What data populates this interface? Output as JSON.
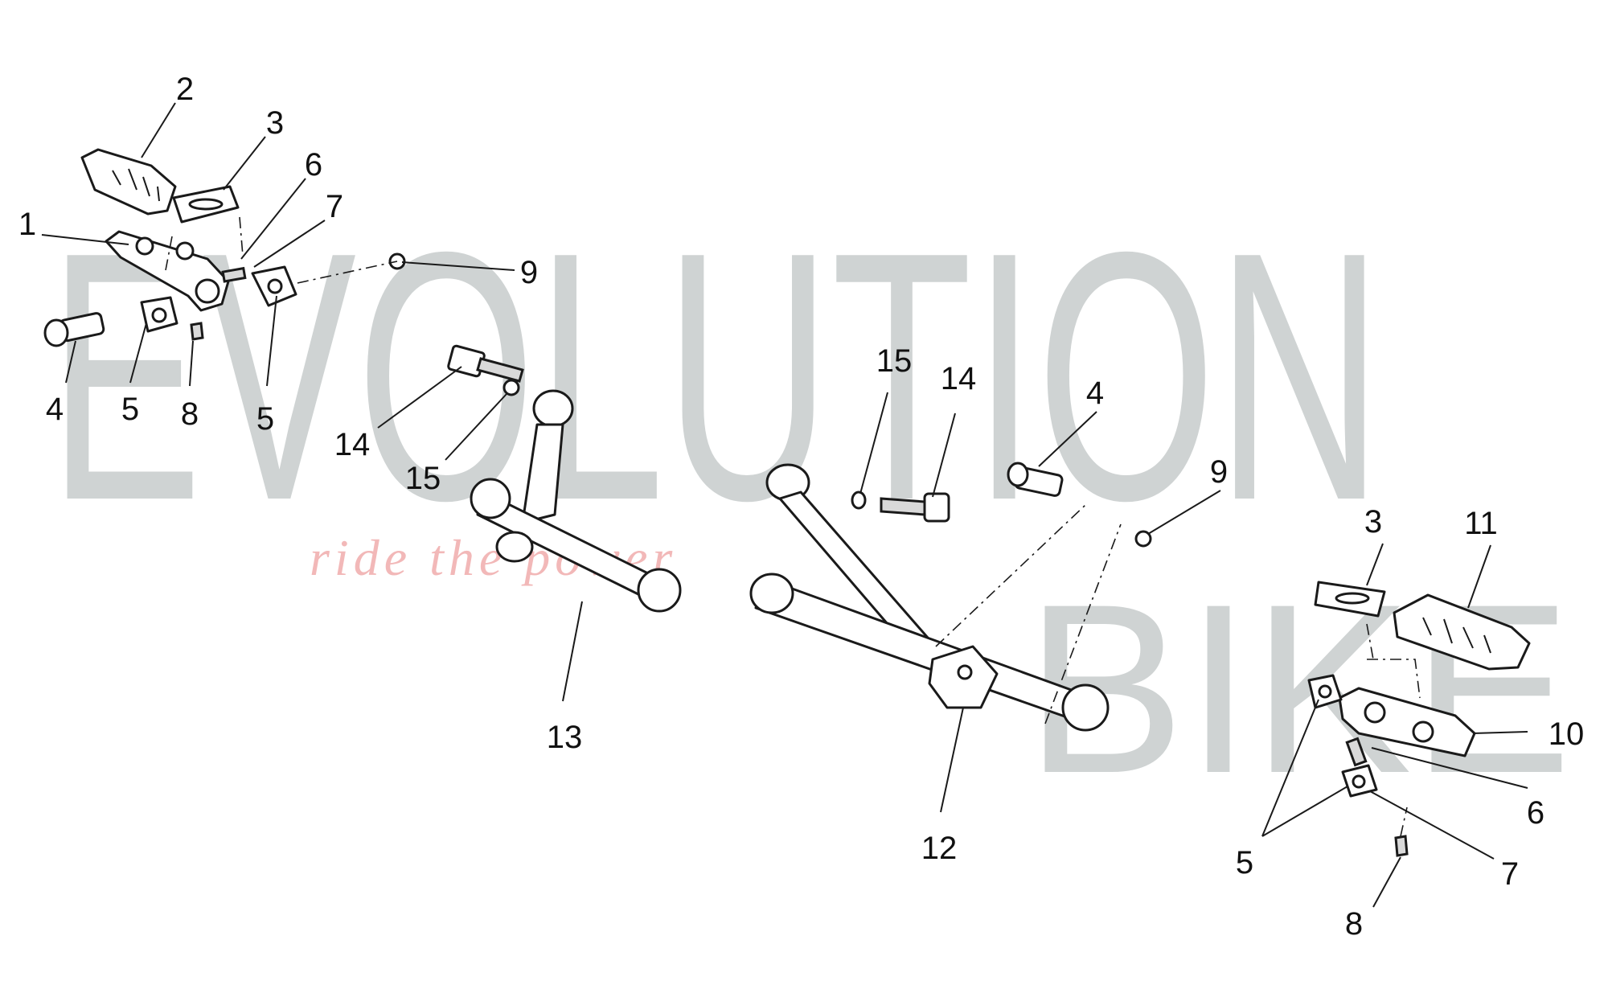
{
  "watermark": {
    "word_top": "EVOLUTION",
    "word_bottom": "BIKE",
    "tagline": "ride the power",
    "text_color": "#cfd3d3",
    "tagline_color": "#f2b8b8"
  },
  "callouts": [
    {
      "id": "c1",
      "label": "1"
    },
    {
      "id": "c2",
      "label": "2"
    },
    {
      "id": "c3a",
      "label": "3"
    },
    {
      "id": "c6a",
      "label": "6"
    },
    {
      "id": "c7a",
      "label": "7"
    },
    {
      "id": "c9a",
      "label": "9"
    },
    {
      "id": "c4a",
      "label": "4"
    },
    {
      "id": "c5a",
      "label": "5"
    },
    {
      "id": "c8a",
      "label": "8"
    },
    {
      "id": "c5b",
      "label": "5"
    },
    {
      "id": "c14a",
      "label": "14"
    },
    {
      "id": "c15a",
      "label": "15"
    },
    {
      "id": "c15b",
      "label": "15"
    },
    {
      "id": "c14b",
      "label": "14"
    },
    {
      "id": "c4b",
      "label": "4"
    },
    {
      "id": "c9b",
      "label": "9"
    },
    {
      "id": "c13",
      "label": "13"
    },
    {
      "id": "c12",
      "label": "12"
    },
    {
      "id": "c3b",
      "label": "3"
    },
    {
      "id": "c11",
      "label": "11"
    },
    {
      "id": "c10",
      "label": "10"
    },
    {
      "id": "c6b",
      "label": "6"
    },
    {
      "id": "c5c",
      "label": "5"
    },
    {
      "id": "c7b",
      "label": "7"
    },
    {
      "id": "c8b",
      "label": "8"
    }
  ]
}
